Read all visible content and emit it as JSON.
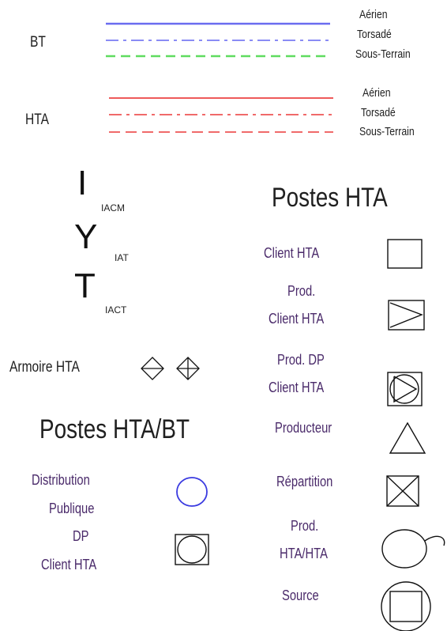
{
  "bt": {
    "label": "BT",
    "lines": [
      {
        "name": "Aérien",
        "style": "solid",
        "color": "#6a6cf0"
      },
      {
        "name": "Torsadé",
        "style": "dash-dot",
        "color": "#8a8cf5"
      },
      {
        "name": "Sous-Terrain",
        "style": "dashed",
        "color": "#5fdc5f"
      }
    ]
  },
  "hta": {
    "label": "HTA",
    "lines": [
      {
        "name": "Aérien",
        "style": "solid",
        "color": "#ee5a5a"
      },
      {
        "name": "Torsadé",
        "style": "dash-dot",
        "color": "#f06a6a"
      },
      {
        "name": "Sous-Terrain",
        "style": "dashed",
        "color": "#f06a6a"
      }
    ]
  },
  "switches": [
    {
      "glyph": "I",
      "label": "IACM"
    },
    {
      "glyph": "Y",
      "label": "IAT"
    },
    {
      "glyph": "T",
      "label": "IACT"
    }
  ],
  "armoire": {
    "label": "Armoire HTA"
  },
  "postes_hta": {
    "title": "Postes HTA",
    "items": [
      {
        "label": [
          "Client HTA"
        ],
        "icon": "square-icon"
      },
      {
        "label": [
          "Prod.",
          "Client HTA"
        ],
        "icon": "square-triangle-icon"
      },
      {
        "label": [
          "Prod. DP",
          "Client HTA"
        ],
        "icon": "square-circle-triangle-icon"
      },
      {
        "label": [
          "Producteur"
        ],
        "icon": "triangle-icon"
      },
      {
        "label": [
          "Répartition"
        ],
        "icon": "square-cross-icon"
      },
      {
        "label": [
          "Prod.",
          "HTA/HTA"
        ],
        "icon": "circle-loop-icon"
      },
      {
        "label": [
          "Source"
        ],
        "icon": "circle-square-icon"
      }
    ]
  },
  "postes_hta_bt": {
    "title": "Postes HTA/BT",
    "items": [
      {
        "label": [
          "Distribution",
          "Publique"
        ],
        "icon": "blue-circle-icon"
      },
      {
        "label": [
          "DP",
          "Client HTA"
        ],
        "icon": "square-circle-icon"
      }
    ]
  },
  "colors": {
    "blue_circle": "#3a3ae0",
    "symbol_stroke": "#111111"
  }
}
